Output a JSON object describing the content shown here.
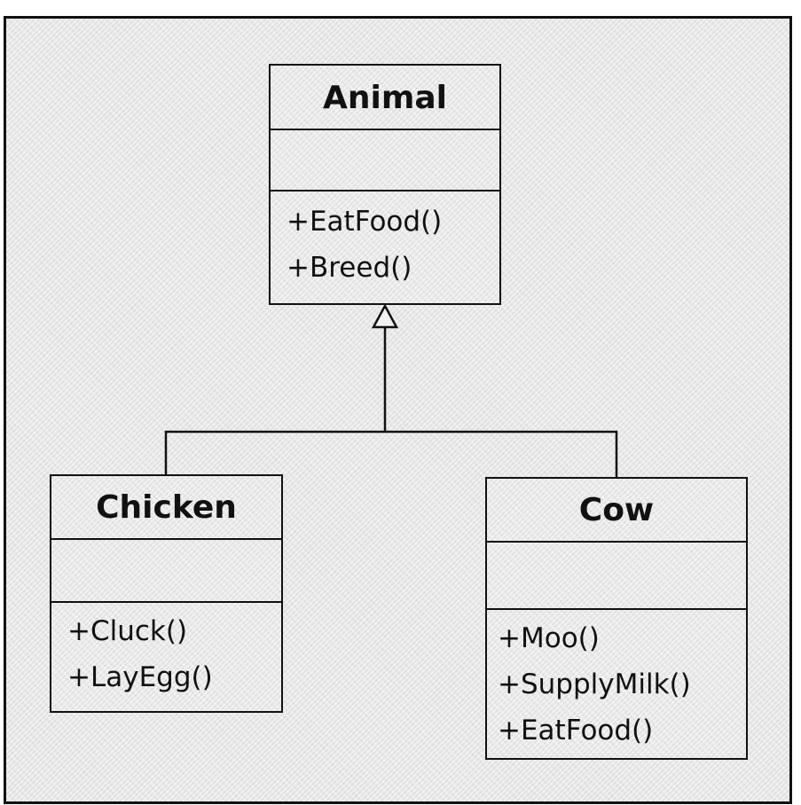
{
  "classes": {
    "animal": {
      "name": "Animal",
      "methods": [
        "+EatFood()",
        "+Breed()"
      ]
    },
    "chicken": {
      "name": "Chicken",
      "methods": [
        "+Cluck()",
        "+LayEgg()"
      ]
    },
    "cow": {
      "name": "Cow",
      "methods": [
        "+Moo()",
        "+SupplyMilk()",
        "+EatFood()"
      ]
    }
  },
  "relationships": [
    {
      "type": "inheritance",
      "from": "Chicken",
      "to": "Animal"
    },
    {
      "type": "inheritance",
      "from": "Cow",
      "to": "Animal"
    }
  ]
}
